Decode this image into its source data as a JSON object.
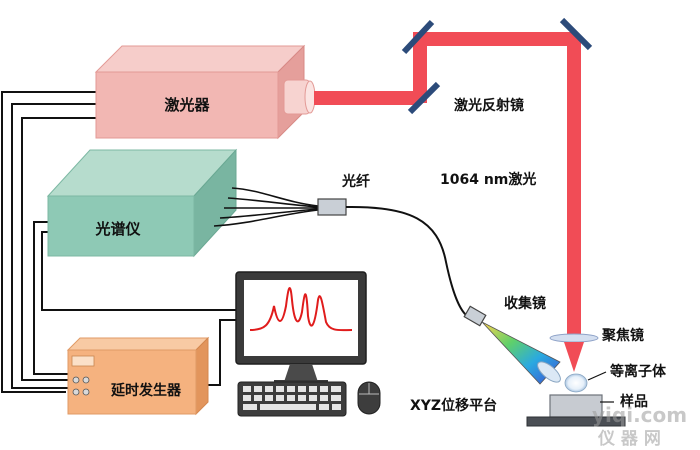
{
  "labels": {
    "laser": "激光器",
    "mirror": "激光反射镜",
    "laser_beam": "1064 nm激光",
    "fiber": "光纤",
    "spectrometer": "光谱仪",
    "collector": "收集镜",
    "focus_lens": "聚焦镜",
    "plasma": "等离子体",
    "stage": "XYZ位移平台",
    "sample": "样品",
    "delay_gen": "延时发生器"
  },
  "watermark": {
    "domain": "yiqi.com",
    "chars": "仪 器 网"
  },
  "colors": {
    "laser_body": "#f2b7b3",
    "beam": "#f14c56",
    "spectrometer": "#8ec9b5",
    "delay_gen": "#f5b27f",
    "mirror": "#2c4b7a",
    "spectrum_line": "#e01c1c"
  }
}
